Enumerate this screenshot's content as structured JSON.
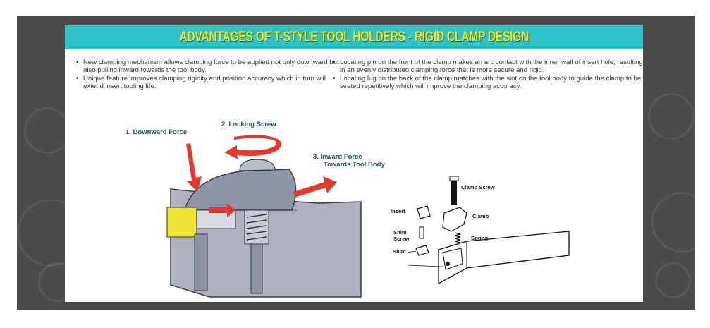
{
  "slide": {
    "title": "ADVANTAGES OF T-STYLE TOOL HOLDERS - RIGID CLAMP DESIGN",
    "bullets_left": [
      "New clamping mechanism allows clamping force to be applied not only downward but also pulling inward towards the tool body.",
      "Unique feature improves clamping rigidity and position accuracy which in turn will extend insert tooling life."
    ],
    "bullets_right": [
      "Locating pin on the front of the clamp makes an arc contact with the inner wall of insert hole, resulting in an evenly distributed clamping force that is more secure and rigid.",
      "Locating lug on the back of the clamp matches with the slot on the tool body to guide the clamp to be seated repetitively which will improve the clamping accuracy."
    ]
  },
  "diagram": {
    "force_labels": {
      "downward": "1.  Downward Force",
      "locking": "2.  Locking Screw",
      "inward_line1": "3.  Inward Force",
      "inward_line2": "Towards Tool Body"
    },
    "parts": {
      "clamp_screw": "Clamp Screw",
      "insert": "Insert",
      "clamp": "Clamp",
      "shim_screw_line1": "Shim",
      "shim_screw_line2": "Screw",
      "spring": "Spring",
      "shim": "Shim"
    }
  },
  "colors": {
    "banner": "#2ec2c8",
    "title": "#f6e51b",
    "arrow": "#e03a2f",
    "label": "#1d4f66",
    "background": "#4a4b4d"
  }
}
